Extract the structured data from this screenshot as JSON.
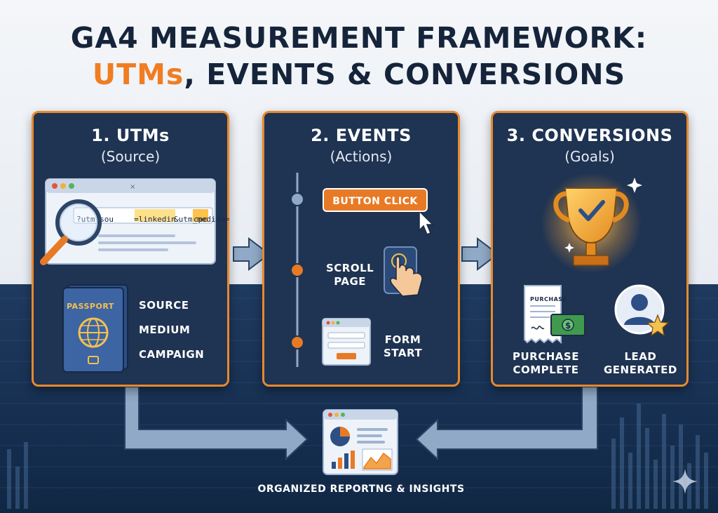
{
  "title": {
    "line1": "GA4 MEASUREMENT FRAMEWORK:",
    "line2_highlight": "UTMs",
    "line2_rest": ", EVENTS & CONVERSIONS"
  },
  "panels": [
    {
      "title": "1. UTMs",
      "subtitle": "(Source)",
      "url_parts": [
        "?utm_sou",
        "=linkedin",
        "&utm_medium=",
        "cpc"
      ],
      "passport_label": "PASSPORT",
      "items": [
        "SOURCE",
        "MEDIUM",
        "CAMPAIGN"
      ]
    },
    {
      "title": "2. EVENTS",
      "subtitle": "(Actions)",
      "events": [
        "BUTTON CLICK",
        "SCROLL\nPAGE",
        "FORM\nSTART"
      ]
    },
    {
      "title": "3. CONVERSIONS",
      "subtitle": "(Goals)",
      "receipt_label": "PURCHASE",
      "goals": [
        "PURCHASE\nCOMPLETE",
        "LEAD\nGENERATED"
      ]
    }
  ],
  "report_label": "ORGANIZED REPORTNG & INSIGHTS",
  "colors": {
    "accent": "#e87a25",
    "panel": "#1f3352",
    "dark_bg": "#173052",
    "arrow": "#8fa9c6"
  }
}
